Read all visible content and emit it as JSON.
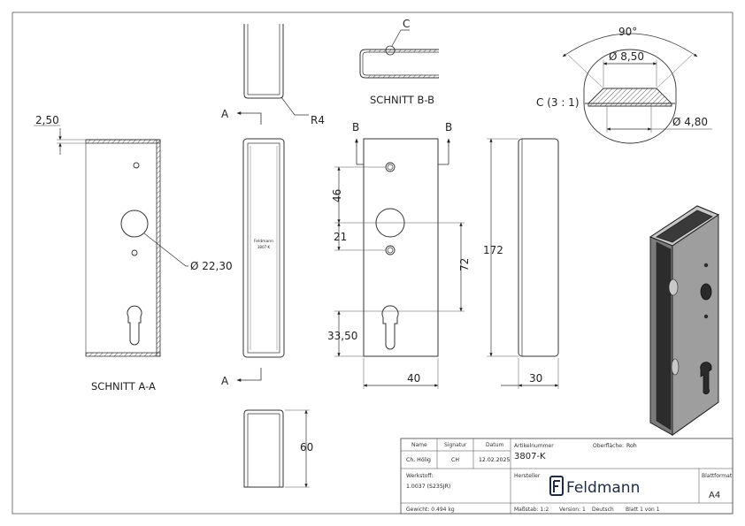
{
  "labels": {
    "section_aa": "SCHNITT A-A",
    "section_bb": "SCHNITT B-B",
    "detail_c": "C (3 : 1)",
    "detail_marker": "C",
    "arrow_a": "A",
    "arrow_b": "B",
    "product_mark_line1": "Feldmann",
    "product_mark_line2": "3807-K"
  },
  "dimensions": {
    "wall": "2,50",
    "radius": "R4",
    "hole_large": "Ø 22,30",
    "hole_distance_1": "46",
    "hole_distance_2": "21",
    "cylinder_distance": "72",
    "cylinder_offset": "33,50",
    "height": "172",
    "width": "40",
    "depth": "30",
    "bottom_depth": "60",
    "angle": "90°",
    "countersink_outer": "Ø 8,50",
    "countersink_inner": "Ø 4,80"
  },
  "title_block": {
    "h_name": "Name",
    "h_signatur": "Signatur",
    "h_datum": "Datum",
    "v_name": "Ch. Hölig",
    "v_signatur": "CH",
    "v_datum": "12.02.2025",
    "h_artikel": "Artikelnummer",
    "v_artikel": "3807-K",
    "h_oberflaeche": "Oberfläche:",
    "v_oberflaeche": "Roh",
    "h_werkstoff": "Werkstoff:",
    "v_werkstoff": "1.0037 (S235JR)",
    "h_hersteller": "Hersteller",
    "company": "Feldmann",
    "h_blattformat": "Blattformat",
    "v_blattformat": "A4",
    "gewicht": "Gewicht: 0.494 kg",
    "massstab": "Maßstab: 1:2",
    "version": "Version: 1",
    "sprache": "Deutsch",
    "blatt": "Blatt 1 von 1"
  }
}
